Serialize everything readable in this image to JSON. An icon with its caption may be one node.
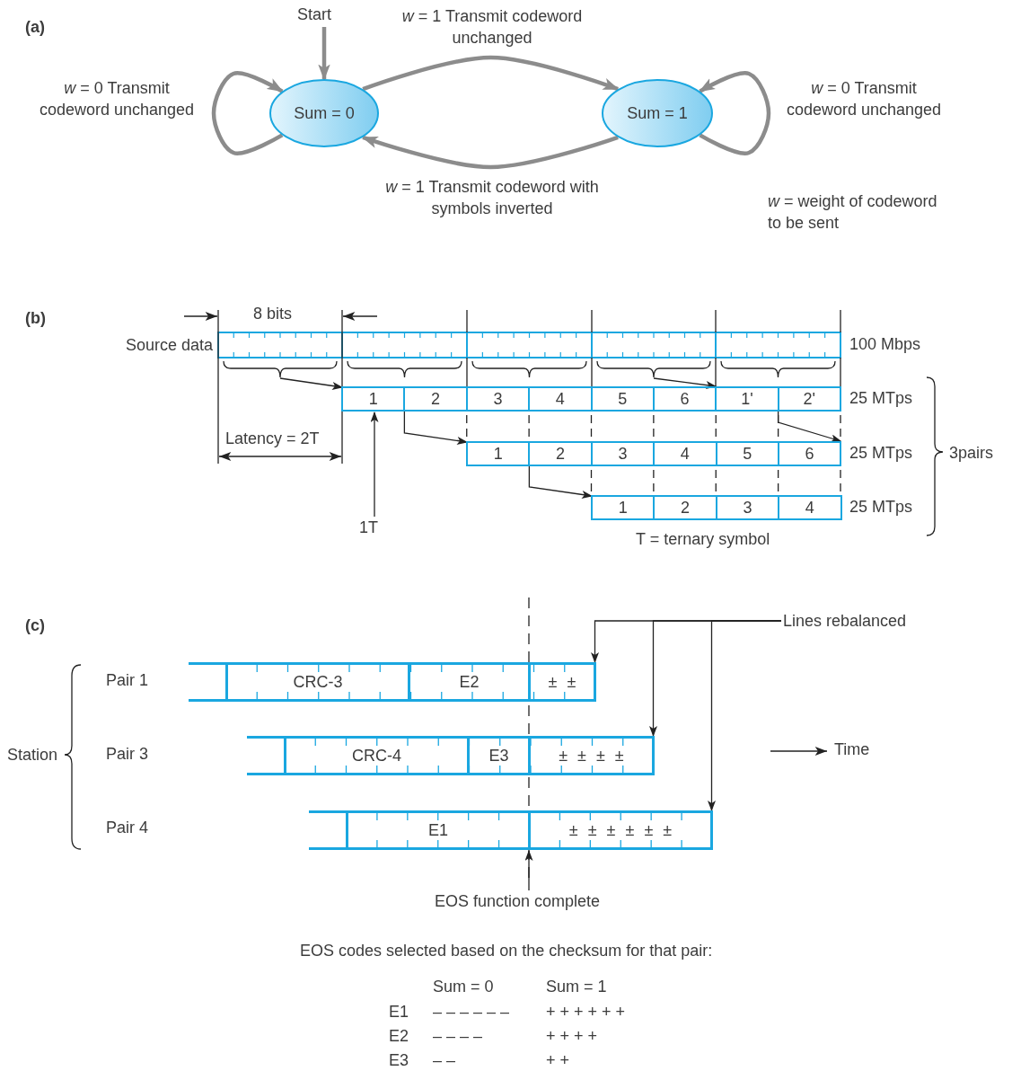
{
  "diagram": {
    "nodes": [
      {
        "text": [
          "Start"
        ]
      },
      {
        "text": [
          "Sum = 0"
        ]
      },
      {
        "text": [
          "Sum = 1"
        ]
      },
      {
        "text": [
          "1"
        ]
      },
      {
        "text": [
          "2"
        ]
      },
      {
        "text": [
          "3"
        ]
      },
      {
        "text": [
          "4"
        ]
      },
      {
        "text": [
          "5"
        ]
      },
      {
        "text": [
          "6"
        ]
      },
      {
        "text": [
          "1'"
        ]
      },
      {
        "text": [
          "2'"
        ]
      },
      {
        "text": [
          "1"
        ]
      },
      {
        "text": [
          "2"
        ]
      },
      {
        "text": [
          "3"
        ]
      },
      {
        "text": [
          "4"
        ]
      },
      {
        "text": [
          "5"
        ]
      },
      {
        "text": [
          "6"
        ]
      },
      {
        "text": [
          "1"
        ]
      },
      {
        "text": [
          "2"
        ]
      },
      {
        "text": [
          "3"
        ]
      },
      {
        "text": [
          "4"
        ]
      },
      {
        "text": [
          "1T"
        ]
      },
      {
        "text": [
          "Lines rebalanced"
        ]
      },
      {
        "text": [
          "CRC-3"
        ]
      },
      {
        "text": [
          "E2"
        ]
      },
      {
        "text": [
          "± ±"
        ]
      },
      {
        "text": [
          "CRC-4"
        ]
      },
      {
        "text": [
          "E3"
        ]
      },
      {
        "text": [
          "± ± ± ±"
        ]
      },
      {
        "text": [
          "E1"
        ]
      },
      {
        "text": [
          "± ± ± ± ± ±"
        ]
      },
      {
        "text": [
          "EOS function complete"
        ]
      },
      {
        "text": [],
        "shape": "brace"
      },
      {
        "text": [],
        "shape": "brace"
      },
      {
        "text": [],
        "shape": "brace"
      },
      {
        "text": [],
        "shape": "brace"
      },
      {
        "text": [],
        "shape": "brace"
      }
    ],
    "edges": [
      {
        "from": 0,
        "to": 1,
        "arrow": "to",
        "style": "thick",
        "color": "#8c8c8c"
      },
      {
        "from": 1,
        "to": 1,
        "arrow": "to",
        "label": "*w* = 0 Transmit codeword unchanged",
        "style": "thick",
        "color": "#8c8c8c"
      },
      {
        "from": 1,
        "to": 2,
        "arrow": "to",
        "label": "*w* = 1 Transmit codeword unchanged",
        "style": "thick",
        "color": "#8c8c8c"
      },
      {
        "from": 2,
        "to": 2,
        "arrow": "to",
        "label": "*w* = 0 Transmit codeword unchanged",
        "style": "thick",
        "color": "#8c8c8c"
      },
      {
        "from": 2,
        "to": 1,
        "arrow": "to",
        "label": "*w* = 1 Transmit codeword with symbols inverted",
        "style": "thick",
        "color": "#8c8c8c"
      },
      {
        "from": 32,
        "to": 3,
        "arrow": "to"
      },
      {
        "from": 3,
        "to": 11,
        "arrow": "to"
      },
      {
        "from": 11,
        "to": 17,
        "arrow": "to"
      },
      {
        "from": 35,
        "to": 8,
        "arrow": "to"
      },
      {
        "from": 10,
        "to": 16,
        "arrow": "to"
      },
      {
        "from": 21,
        "to": 3,
        "arrow": "to"
      },
      {
        "from": 22,
        "to": 25,
        "arrow": "to"
      },
      {
        "from": 22,
        "to": 28,
        "arrow": "to"
      },
      {
        "from": 22,
        "to": 30,
        "arrow": "to"
      },
      {
        "from": 31,
        "to": 29,
        "arrow": "to"
      }
    ],
    "labels": [
      "(a)",
      "*w* = weight of codeword to be sent",
      "(b)",
      "8 bits",
      "Source data",
      "100 Mbps",
      "25 MTps",
      "Latency = 2T",
      "25 MTps",
      "3pairs",
      "25 MTps",
      "T = ternary symbol",
      "(c)",
      "Pair 1",
      "Station",
      "Pair 3",
      "Time",
      "Pair 4",
      "EOS codes selected based on the checksum for that pair:",
      "Sum = 0",
      "Sum = 1",
      "E1",
      "– – – – – –",
      "+ + + + + +",
      "E2",
      "– – – –",
      "+ + + +",
      "E3",
      "– –",
      "+ +"
    ]
  }
}
